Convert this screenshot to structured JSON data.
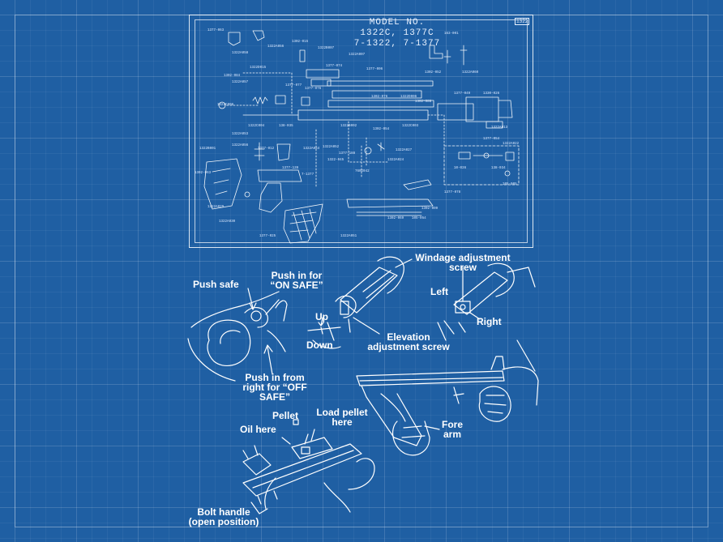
{
  "colors": {
    "blueprint_background": "#1f5fa3",
    "line": "#ffffff",
    "grid": "#4d82bb"
  },
  "parts_diagram": {
    "title_line1": "MODEL NO.",
    "title_line2": "1322C, 1377C",
    "title_line3": "7-1322, 7-1377",
    "sheet_number": "1322",
    "part_numbers": [
      "1377-063",
      "1322A058",
      "1322A056",
      "1302-015",
      "1322B007",
      "1322A007",
      "1377-074",
      "1377-006",
      "1302-084",
      "1322D015",
      "1322A057",
      "1377-077",
      "1377-076",
      "1302-076",
      "1322D006",
      "1302-088",
      "1377-049",
      "1330-026",
      "1322A013",
      "1322C006",
      "1322C004",
      "1322A053",
      "138-035",
      "1322B002",
      "1302-054",
      "1322C003",
      "1322A056",
      "1377-012",
      "1322A054",
      "1322A052",
      "1377-188",
      "1322-045",
      "1322A027",
      "1322A024",
      "1322B001",
      "1302-063",
      "1377-139",
      "7-1377",
      "7602042",
      "1377-078",
      "1302-009",
      "1302-069",
      "105-054",
      "1322A029",
      "1322A030",
      "1377-025",
      "1322A051",
      "1377-054",
      "1322A022",
      "10-036",
      "138-034",
      "105-005",
      "163-001",
      "1302-052",
      "1322A060"
    ]
  },
  "callouts": {
    "push_safe": "Push safe",
    "push_in_on_safe_line1": "Push in for",
    "push_in_on_safe_line2": "“ON SAFE”",
    "push_in_off_safe_line1": "Push in from",
    "push_in_off_safe_line2": "right for “OFF",
    "push_in_off_safe_line3": "SAFE”",
    "up": "Up",
    "down": "Down",
    "elevation_line1": "Elevation",
    "elevation_line2": "adjustment screw",
    "windage_line1": "Windage adjustment",
    "windage_line2": "screw",
    "left": "Left",
    "right": "Right",
    "fore_arm_line1": "Fore",
    "fore_arm_line2": "arm",
    "pellet": "Pellet",
    "load_pellet_line1": "Load pellet",
    "load_pellet_line2": "here",
    "oil_here": "Oil here",
    "bolt_handle_line1": "Bolt handle",
    "bolt_handle_line2": "(open position)"
  }
}
